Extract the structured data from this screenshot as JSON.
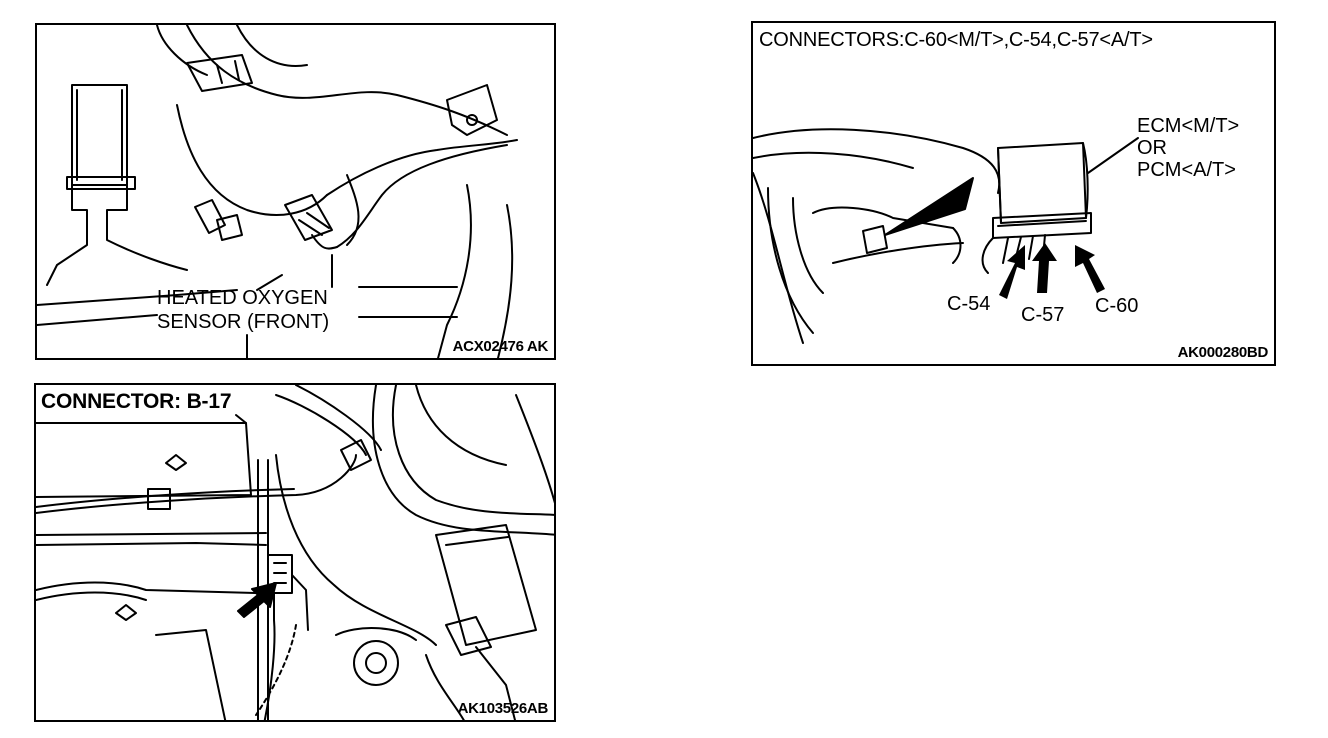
{
  "panels": {
    "sensor": {
      "label_line1": "HEATED OXYGEN",
      "label_line2": "SENSOR (FRONT)",
      "code": "ACX02476 AK"
    },
    "ecm": {
      "title": "CONNECTORS:C-60<M/T>,C-54,C-57<A/T>",
      "module_line1": "ECM<M/T>",
      "module_line2": "OR",
      "module_line3": "PCM<A/T>",
      "connector_left": "C-54",
      "connector_mid": "C-57",
      "connector_right": "C-60",
      "code": "AK000280BD"
    },
    "b17": {
      "title": "CONNECTOR: B-17",
      "code": "AK103526AB"
    }
  }
}
